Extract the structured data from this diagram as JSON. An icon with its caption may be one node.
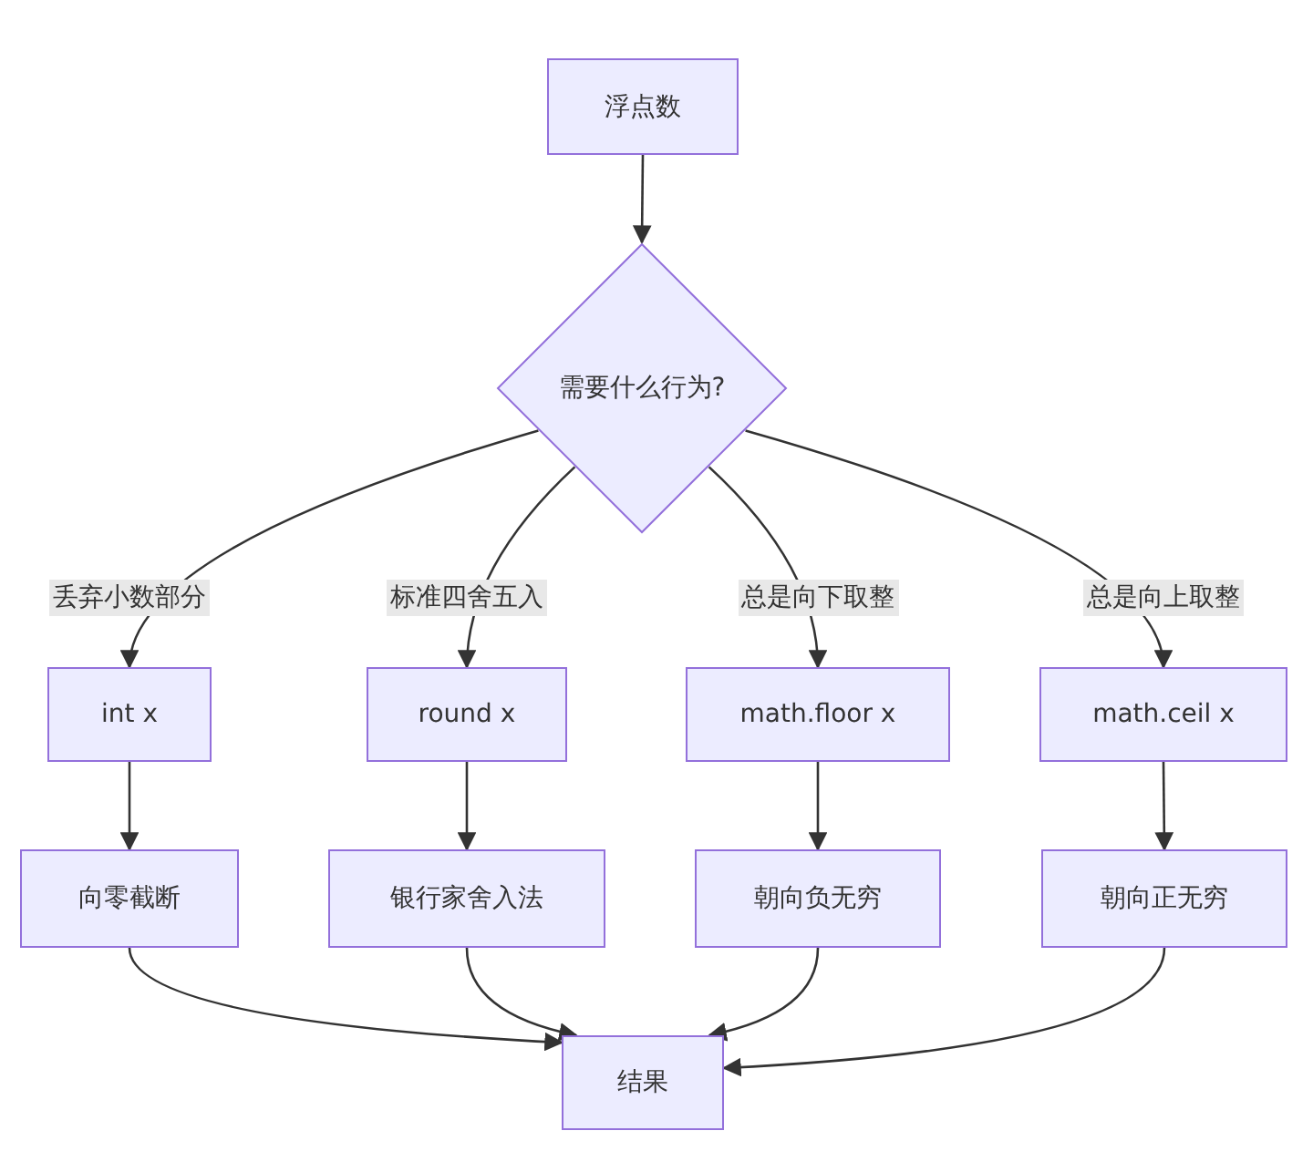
{
  "diagram": {
    "nodes": [
      {
        "text": [
          "浮点数"
        ]
      },
      {
        "text": [
          "需要什么行为?"
        ]
      },
      {
        "text": [
          "int x"
        ]
      },
      {
        "text": [
          "round x"
        ]
      },
      {
        "text": [
          "math.floor x"
        ]
      },
      {
        "text": [
          "math.ceil x"
        ]
      },
      {
        "text": [
          "向零截断"
        ]
      },
      {
        "text": [
          "银行家舍入法"
        ]
      },
      {
        "text": [
          "朝向负无穷"
        ]
      },
      {
        "text": [
          "朝向正无穷"
        ]
      },
      {
        "text": [
          "结果"
        ]
      }
    ],
    "edges": [
      {
        "from": 0,
        "to": 1,
        "arrow": "to"
      },
      {
        "from": 1,
        "to": 2,
        "arrow": "to",
        "label": "丢弃小数部分"
      },
      {
        "from": 1,
        "to": 3,
        "arrow": "to",
        "label": "标准四舍五入"
      },
      {
        "from": 1,
        "to": 4,
        "arrow": "to",
        "label": "总是向下取整"
      },
      {
        "from": 1,
        "to": 5,
        "arrow": "to",
        "label": "总是向上取整"
      },
      {
        "from": 2,
        "to": 6,
        "arrow": "to"
      },
      {
        "from": 3,
        "to": 7,
        "arrow": "to"
      },
      {
        "from": 4,
        "to": 8,
        "arrow": "to"
      },
      {
        "from": 5,
        "to": 9,
        "arrow": "to"
      },
      {
        "from": 6,
        "to": 10,
        "arrow": "to"
      },
      {
        "from": 7,
        "to": 10,
        "arrow": "to"
      },
      {
        "from": 8,
        "to": 10,
        "arrow": "to"
      },
      {
        "from": 9,
        "to": 10,
        "arrow": "to"
      }
    ]
  }
}
